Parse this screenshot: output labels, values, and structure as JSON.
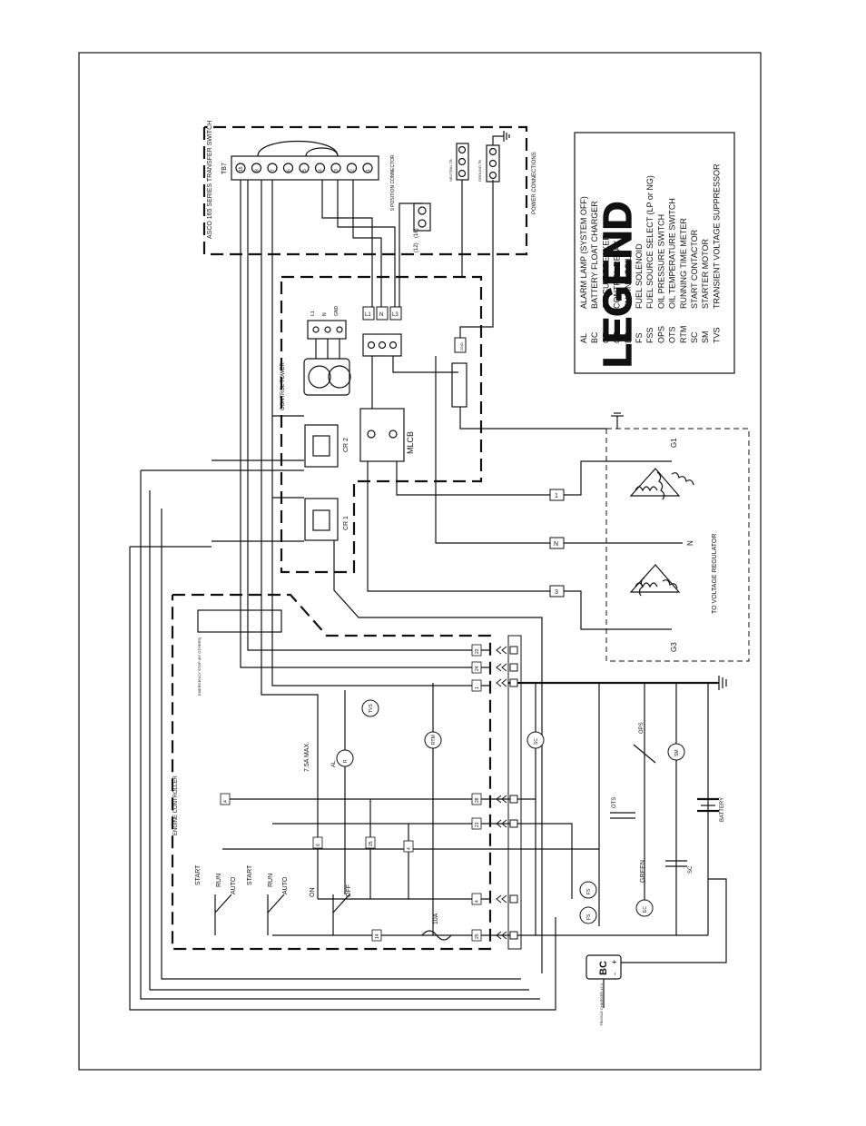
{
  "transfer_switch": {
    "title": "ASCO 165 SERIES TRANSFER SWITCH",
    "block": "TB7",
    "terminals": [
      "15",
      "8",
      "7",
      "6",
      "5",
      "4",
      "3",
      "2",
      "1"
    ],
    "connector": "9 POSITION CONNECTOR",
    "power_connections": "POWER CONNECTIONS",
    "neutral_label": "NEUTRAL TB",
    "ground_label": "GROUND TB"
  },
  "control_tower": {
    "label": "CONTROL TOWER",
    "breaker": "MLCB",
    "relay1": "CR 1",
    "relay2": "CR 2",
    "terminal_labels": [
      "L1",
      "N",
      "GND"
    ],
    "wire_tags": [
      "L1",
      "N",
      "L3"
    ],
    "ckt_labels": [
      "(12)",
      "(16)"
    ],
    "ground_tag": "GND"
  },
  "generator": {
    "g1": "G1",
    "g3": "G3",
    "n": "N",
    "regulator": "TO VOLTAGE REGULATOR",
    "tags": [
      "1",
      "N",
      "3"
    ]
  },
  "engine_controller": {
    "label": "ENGINE CONTROLLER",
    "terminal_strip_note": "EMERGENCY STOP (BY OTHERS)",
    "wire_tags": [
      "22",
      "24",
      "1",
      "28",
      "21",
      "6",
      "4",
      "25",
      "4",
      "14",
      "25",
      "4"
    ],
    "switches": {
      "start": "START",
      "run": "RUN",
      "auto": "AUTO",
      "on": "ON",
      "off": "OFF"
    },
    "fuse_75": "7.5A MAX.",
    "fuse_10": "10A",
    "components": [
      "TVS",
      "R",
      "AL",
      "RTM",
      "SC",
      "OPS",
      "SM",
      "OTS",
      "FS",
      "FS",
      "EC",
      "SC",
      "BATTERY"
    ],
    "green": "GREEN"
  },
  "battery_charger": {
    "label": "BC",
    "plus": "+",
    "minus": "-",
    "note": "TRICKLE CHARGER 12 V"
  },
  "legend": {
    "title": "LEGEND",
    "items": [
      {
        "code": "AL",
        "desc": "ALARM LAMP (SYSTEM OFF)"
      },
      {
        "code": "BC",
        "desc": "BATTERY FLOAT CHARGER"
      },
      {
        "code": "CB",
        "desc": "CIRCUIT BREAKER"
      },
      {
        "code": "CR",
        "desc": "CONTROL RELAY"
      },
      {
        "code": "EC",
        "desc": "ENGINE COIL"
      },
      {
        "code": "FS",
        "desc": "FUEL SOLENOID"
      },
      {
        "code": "FSS",
        "desc": "FUEL SOURCE SELECT (LP or NG)"
      },
      {
        "code": "OPS",
        "desc": "OIL PRESSURE SWITCH"
      },
      {
        "code": "OTS",
        "desc": "OIL TEMPERATURE SWITCH"
      },
      {
        "code": "RTM",
        "desc": "RUNNING TIME METER"
      },
      {
        "code": "SC",
        "desc": "START CONTACTOR"
      },
      {
        "code": "SM",
        "desc": "STARTER MOTOR"
      },
      {
        "code": "TVS",
        "desc": "TRANSIENT VOLTAGE SUPPRESSOR"
      }
    ]
  }
}
